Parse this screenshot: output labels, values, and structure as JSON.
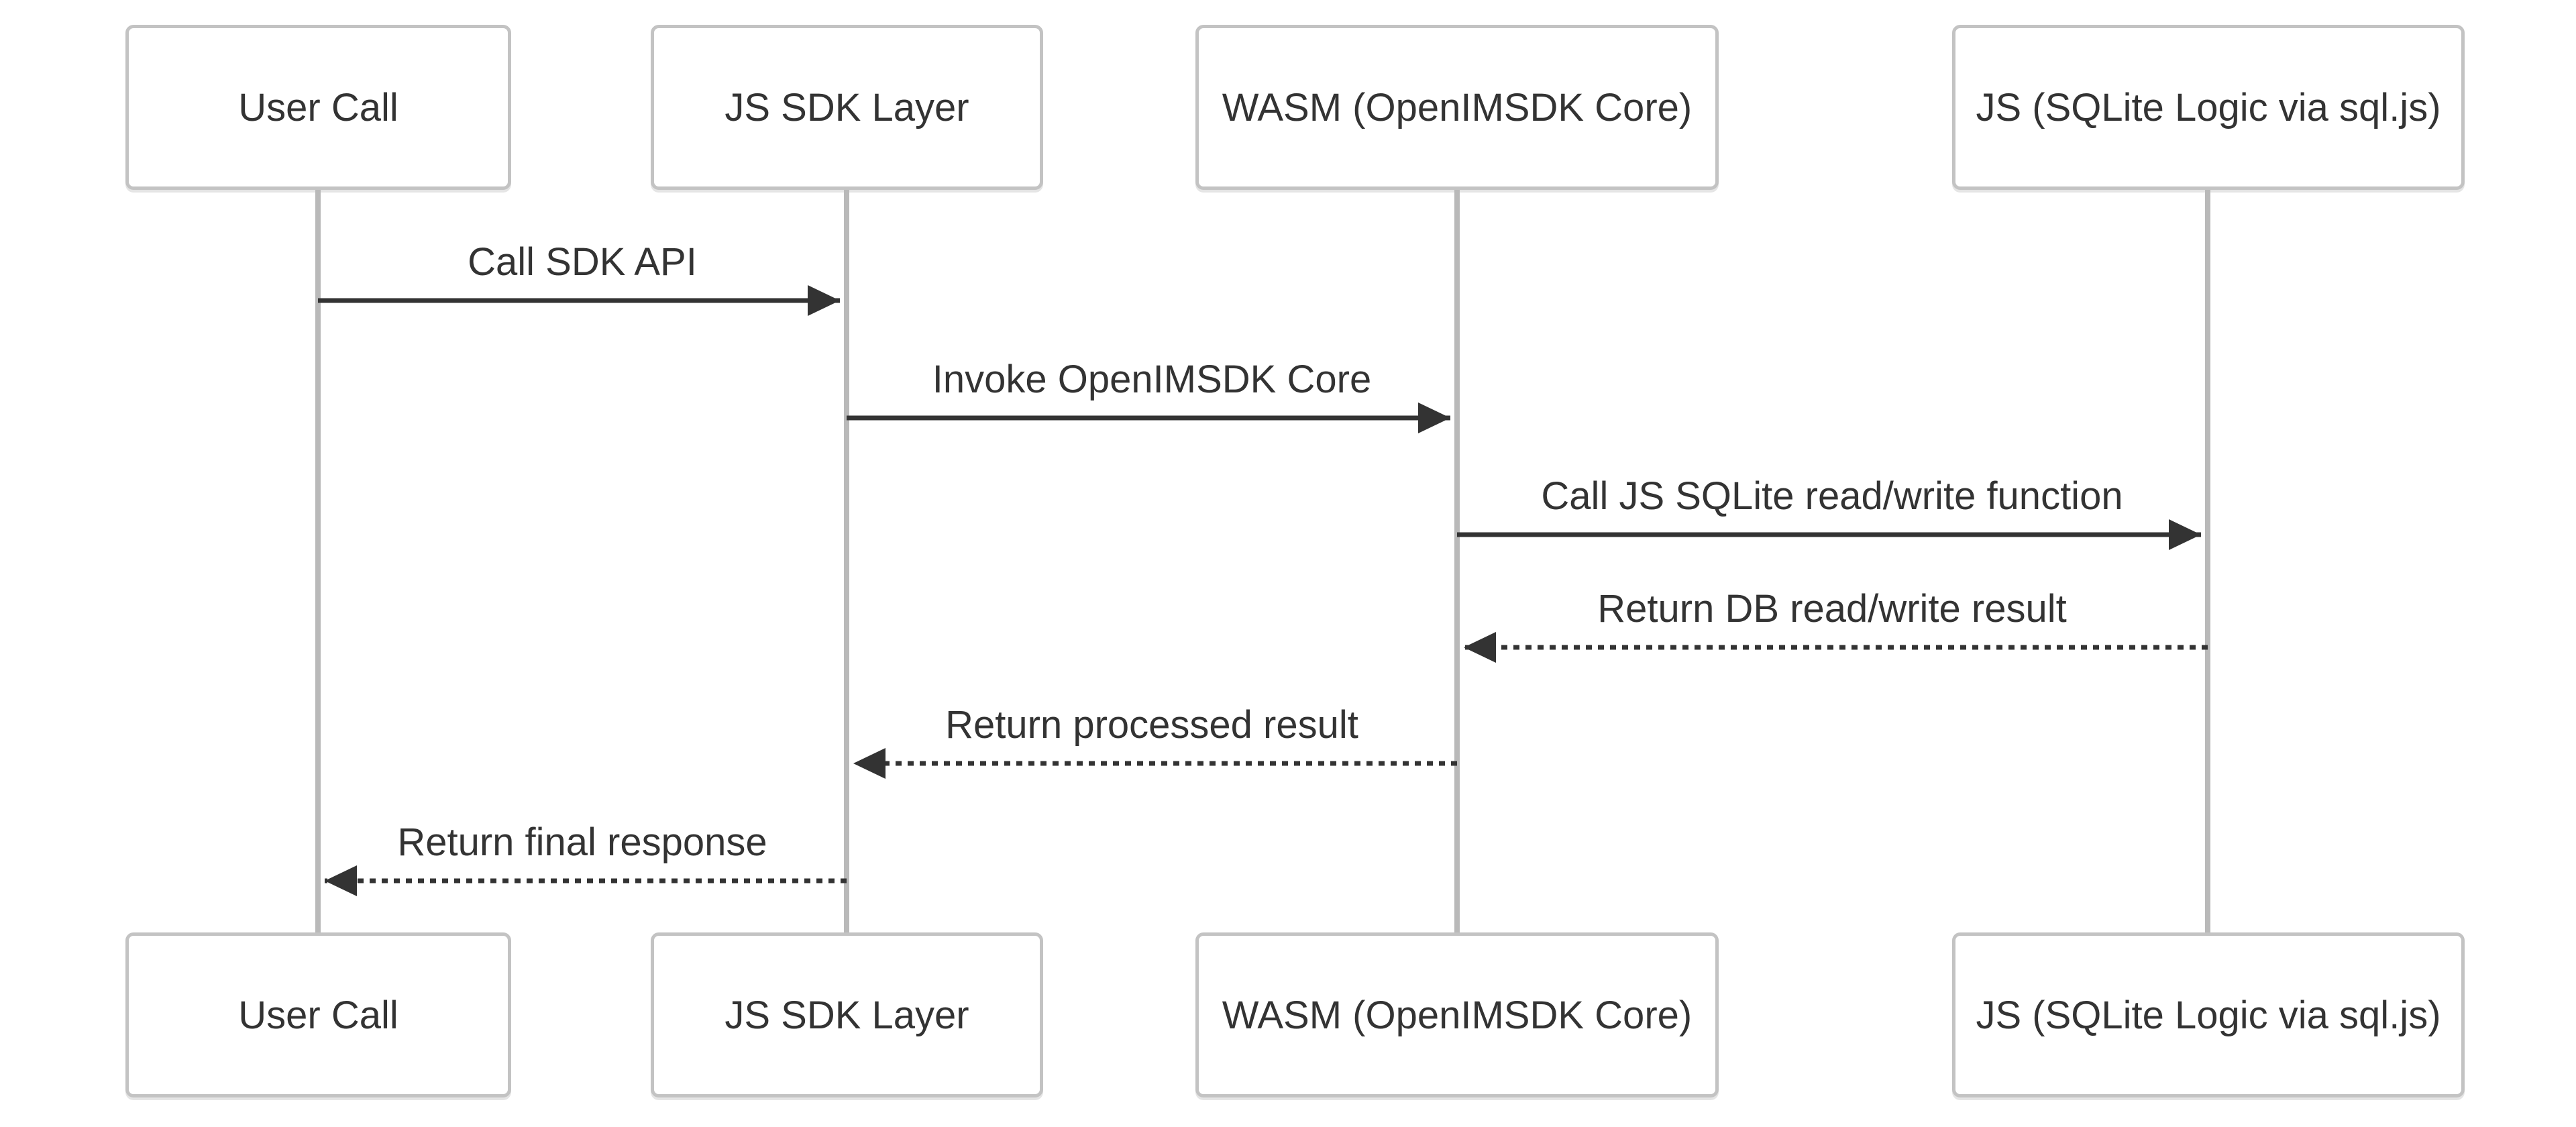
{
  "diagram": {
    "type": "sequence-diagram",
    "actors": [
      {
        "name": "User Call"
      },
      {
        "name": "JS SDK Layer"
      },
      {
        "name": "WASM (OpenIMSDK Core)"
      },
      {
        "name": "JS (SQLite Logic via sql.js)"
      }
    ],
    "messages": [
      {
        "label": "Call SDK API",
        "from": "User Call",
        "to": "JS SDK Layer",
        "line_style": "solid",
        "direction": "right"
      },
      {
        "label": "Invoke OpenIMSDK Core",
        "from": "JS SDK Layer",
        "to": "WASM (OpenIMSDK Core)",
        "line_style": "solid",
        "direction": "right"
      },
      {
        "label": "Call JS SQLite read/write function",
        "from": "WASM (OpenIMSDK Core)",
        "to": "JS (SQLite Logic via sql.js)",
        "line_style": "solid",
        "direction": "right"
      },
      {
        "label": "Return DB read/write result",
        "from": "JS (SQLite Logic via sql.js)",
        "to": "WASM (OpenIMSDK Core)",
        "line_style": "dashed",
        "direction": "left"
      },
      {
        "label": "Return processed result",
        "from": "WASM (OpenIMSDK Core)",
        "to": "JS SDK Layer",
        "line_style": "dashed",
        "direction": "left"
      },
      {
        "label": "Return final response",
        "from": "JS SDK Layer",
        "to": "User Call",
        "line_style": "dashed",
        "direction": "left"
      }
    ],
    "colors": {
      "background": "#ffffff",
      "box_fill": "#ffffff",
      "box_border": "#c3c3c3",
      "lifeline": "#b9b9b9",
      "arrow": "#333333",
      "text": "#333333"
    }
  }
}
